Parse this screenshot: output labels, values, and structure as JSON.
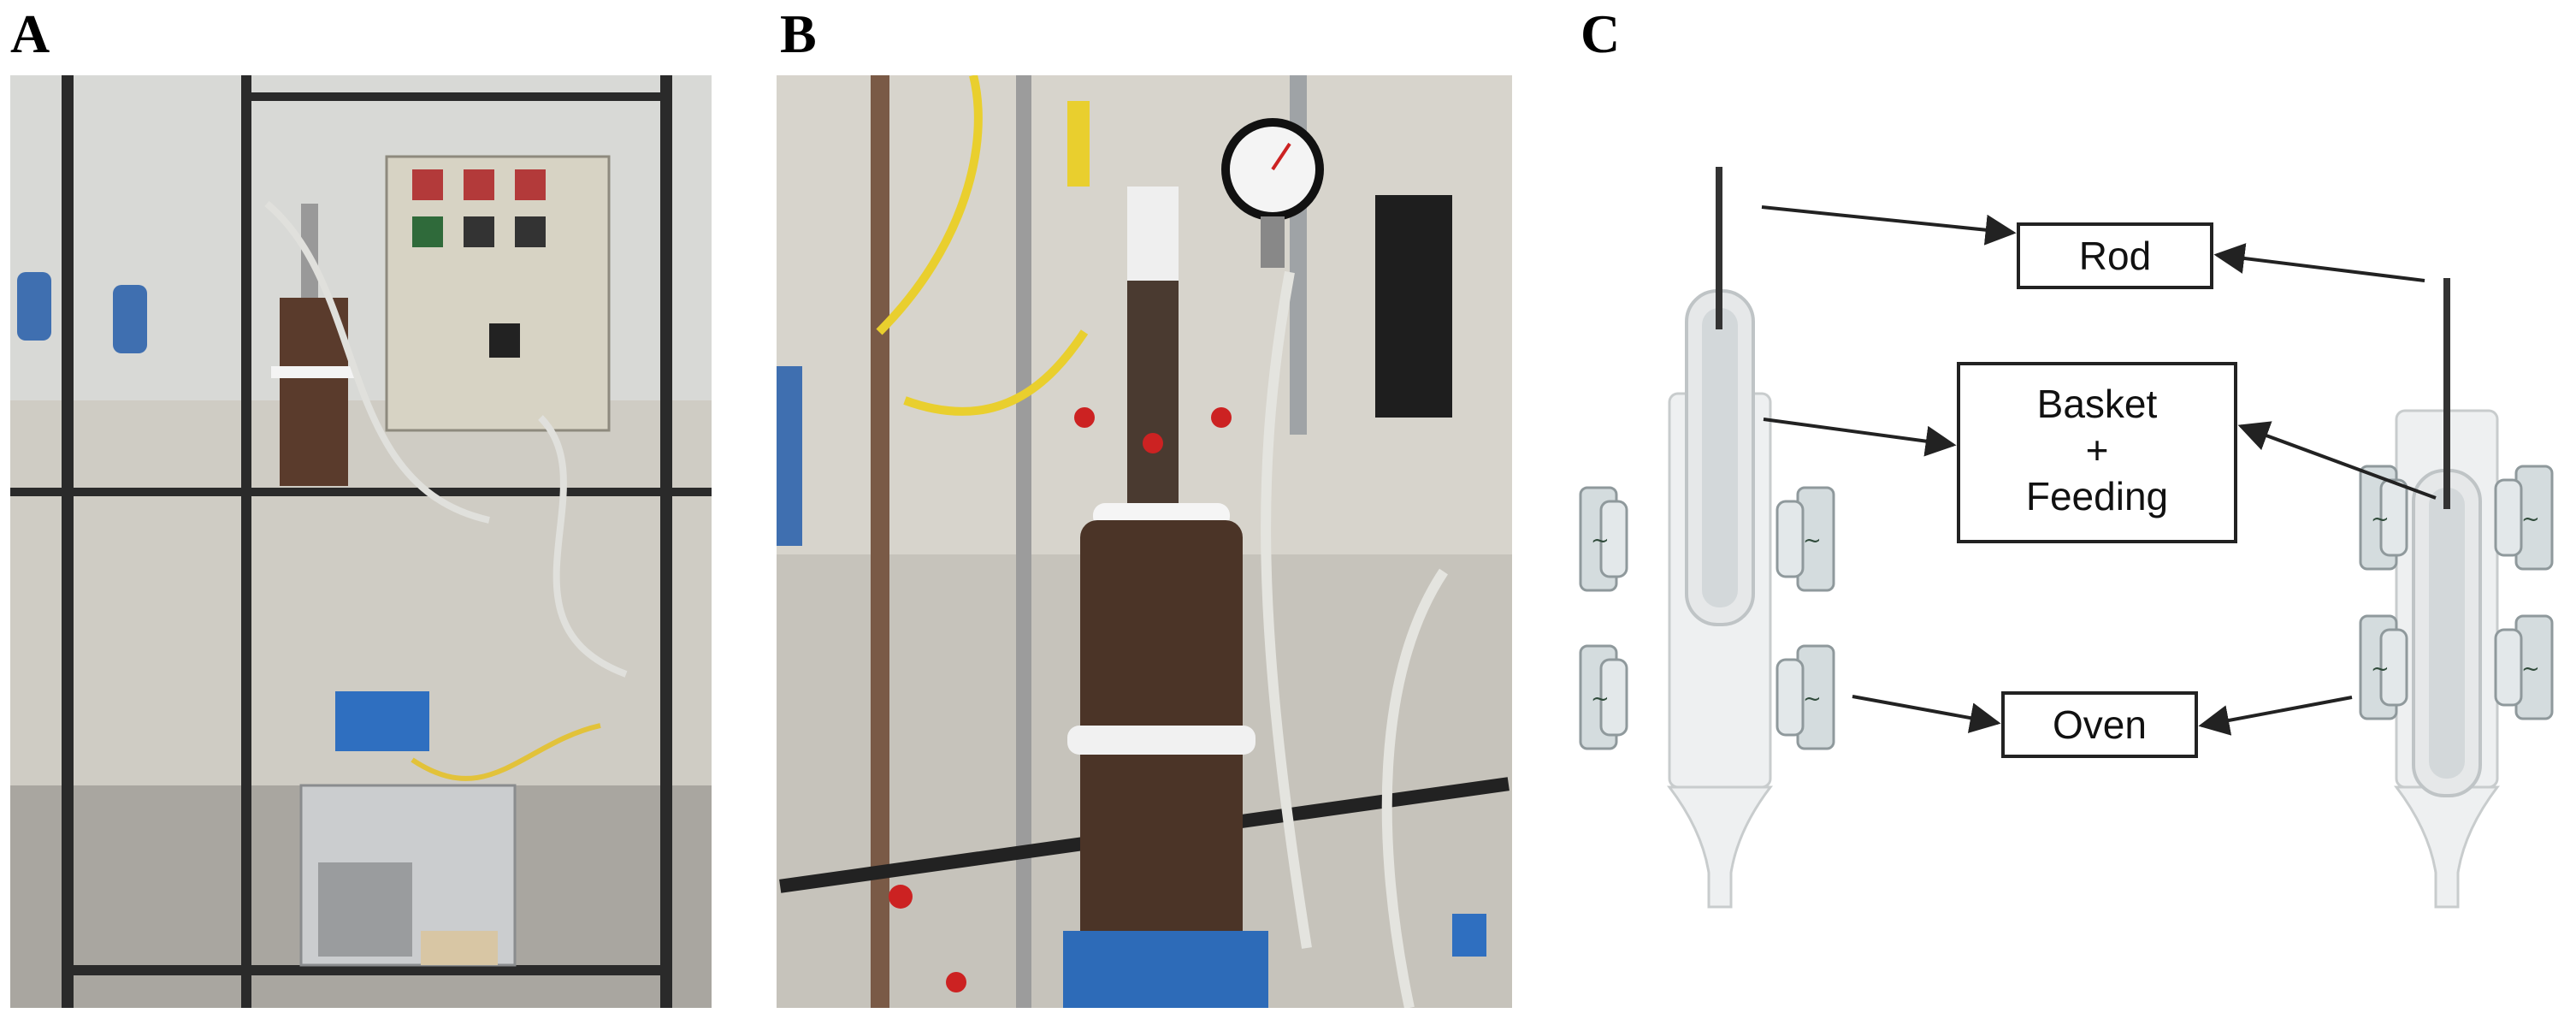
{
  "panels": {
    "a": {
      "letter": "A",
      "photo_icon": "lab-reactor-rig-photo"
    },
    "b": {
      "letter": "B",
      "photo_icon": "reactor-closeup-photo"
    },
    "c": {
      "letter": "C",
      "labels": {
        "rod": "Rod",
        "basket_line1": "Basket",
        "basket_line2": "+",
        "basket_line3": "Feeding",
        "oven": "Oven"
      }
    }
  },
  "colors": {
    "oven_fill": "#d4dcde",
    "tube_fill": "#eef0f1",
    "arrow": "#222222"
  }
}
